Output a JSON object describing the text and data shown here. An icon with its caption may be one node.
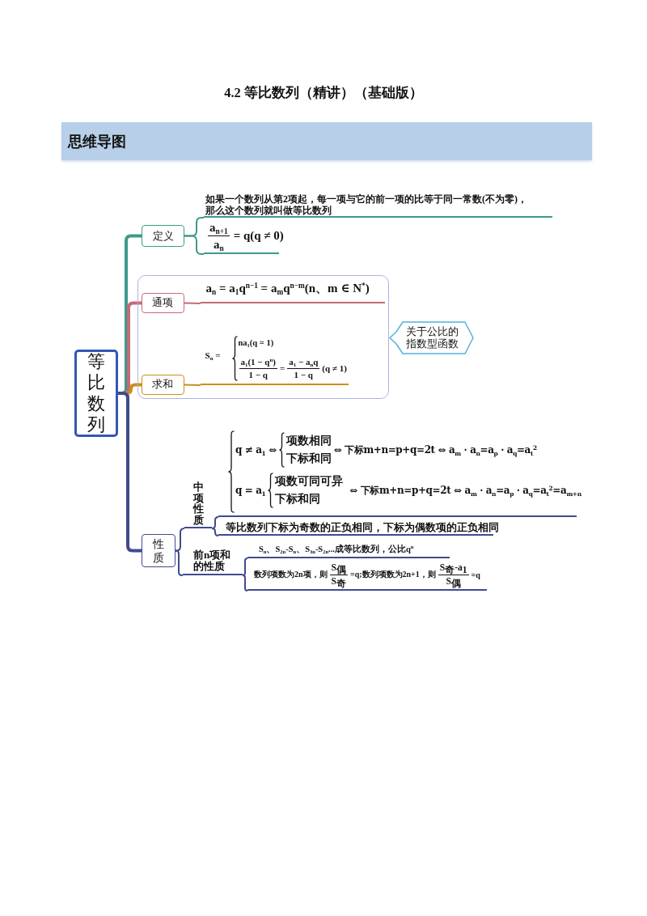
{
  "diagram": {
    "title": "4.2 等比数列（精讲）（基础版）",
    "nodes": [
      {
        "text": [
          "思维导图"
        ]
      },
      {
        "text": [
          "等比数列"
        ]
      },
      {
        "text": [
          "定义"
        ]
      },
      {
        "text": [
          "如果一个数列从第2项起，每一项与它的前一项的比等于同一常数(不为零)，那么这个数列就叫做等比数列"
        ]
      },
      {
        "text": [
          "a$_{n+1}$",
          "a$_{n}$",
          "= q(q ≠ 0)"
        ]
      },
      {
        "text": [],
        "shape": "box"
      },
      {
        "text": [
          "通项"
        ],
        "in": 5
      },
      {
        "text": [
          "a$_{n}$ = a$_{1}$q$^{n−1}$ = a$_{m}$q$^{n−m}$(n、m ∈ N$^{*}$)"
        ],
        "in": 5
      },
      {
        "text": [
          "求和"
        ],
        "in": 5
      },
      {
        "text": [
          "S$_{n}$ =",
          "na$_{1}$(q = 1)",
          "a$_{1}$(1 − q$^{n}$)",
          "1 − q",
          "=",
          "a$_{1}$ − a$_{n}$q",
          "1 − q",
          "(q ≠ 1)"
        ],
        "in": 5
      },
      {
        "text": [
          "关于公比的指数型函数"
        ]
      },
      {
        "text": [
          "性质"
        ]
      },
      {
        "text": [
          "中项性质"
        ]
      },
      {
        "text": [
          "q ≠ a$_{1}$ ⇔",
          "项数相同",
          "下标和同",
          "⇔ 下标m+n=p+q=2t ⇔ a$_{m}$ · a$_{n}$=a$_{p}$ · a$_{q}$=a$_{t}$$^{2}$",
          "q = a$_{1}$",
          "项数可同可异",
          "下标和同",
          "⇔ 下标m+n=p+q=2t ⇔ a$_{m}$ · a$_{n}$=a$_{p}$ · a$_{q}$=a$_{t}$$^{2}$=a$_{m+n}$"
        ]
      },
      {
        "text": [
          "等比数列下标为奇数的正负相同，下标为偶数项的正负相同"
        ]
      },
      {
        "text": [
          "前n项和的性质"
        ]
      },
      {
        "text": [
          "S$_{n}$、S$_{2n}$-S$_{n}$、S$_{3n}$-S$_{2n}$...成等比数列，公比q$^{n}$"
        ]
      },
      {
        "text": [
          "数列项数为2n项，则",
          "S$_{偶}$",
          "S$_{奇}$",
          "=q;数列项数为2n+1，则",
          "S$_{奇}$-a$_{1}$",
          "S$_{偶}$",
          "=q"
        ]
      }
    ],
    "edges": [
      {
        "from": 1,
        "to": 2,
        "arrow": "none",
        "style": "thick",
        "color": "#3d9a8b"
      },
      {
        "from": 1,
        "to": 6,
        "arrow": "none",
        "style": "thick",
        "color": "#c46a78"
      },
      {
        "from": 1,
        "to": 8,
        "arrow": "none",
        "style": "thick",
        "color": "#c9901c"
      },
      {
        "from": 1,
        "to": 11,
        "arrow": "none",
        "style": "thick"
      },
      {
        "from": 2,
        "to": 3,
        "arrow": "none",
        "color": "#3d9a8b"
      },
      {
        "from": 2,
        "to": 4,
        "arrow": "none",
        "color": "#3d9a8b"
      },
      {
        "from": 6,
        "to": 7,
        "arrow": "none",
        "color": "#c46a78"
      },
      {
        "from": 8,
        "to": 9,
        "arrow": "none",
        "color": "#c9901c"
      },
      {
        "from": 11,
        "to": 12,
        "arrow": "none"
      },
      {
        "from": 11,
        "to": 15,
        "arrow": "none"
      },
      {
        "from": 12,
        "to": 13,
        "arrow": "none"
      },
      {
        "from": 12,
        "to": 14,
        "arrow": "none"
      },
      {
        "from": 15,
        "to": 16,
        "arrow": "none"
      },
      {
        "from": 15,
        "to": 17,
        "arrow": "none"
      }
    ]
  }
}
